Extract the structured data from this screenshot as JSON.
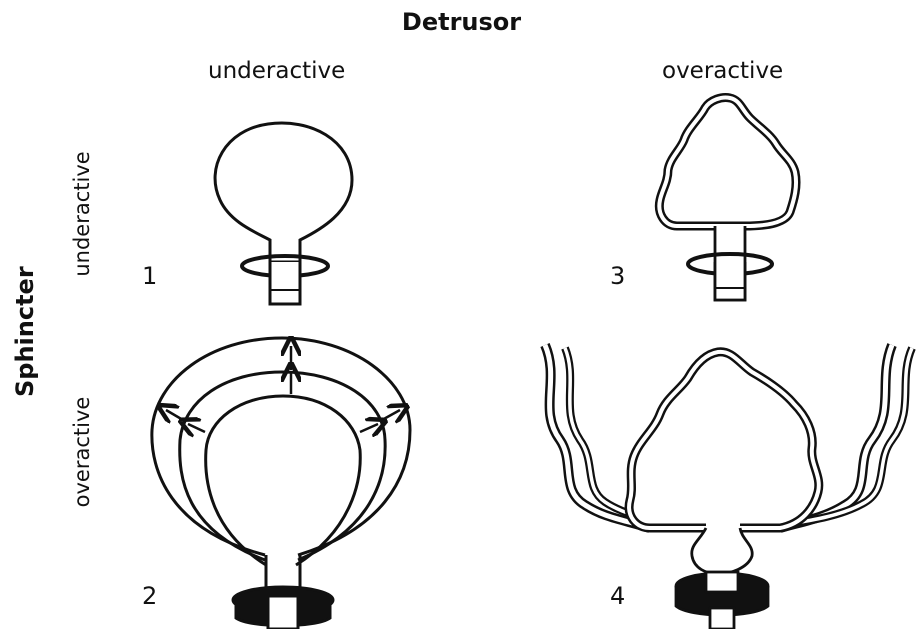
{
  "header": {
    "title": "Detrusor",
    "columns": [
      "underactive",
      "overactive"
    ]
  },
  "side": {
    "title": "Sphincter",
    "rows": [
      "underactive",
      "overactive"
    ]
  },
  "panels": [
    {
      "number": "1",
      "detrusor": "underactive",
      "sphincter": "underactive",
      "icon": "large-smooth-bladder"
    },
    {
      "number": "2",
      "detrusor": "underactive",
      "sphincter": "overactive",
      "icon": "distended-bladder-with-arrows"
    },
    {
      "number": "3",
      "detrusor": "overactive",
      "sphincter": "underactive",
      "icon": "small-trabeculated-bladder"
    },
    {
      "number": "4",
      "detrusor": "overactive",
      "sphincter": "overactive",
      "icon": "trabeculated-bladder-with-reflux"
    }
  ]
}
